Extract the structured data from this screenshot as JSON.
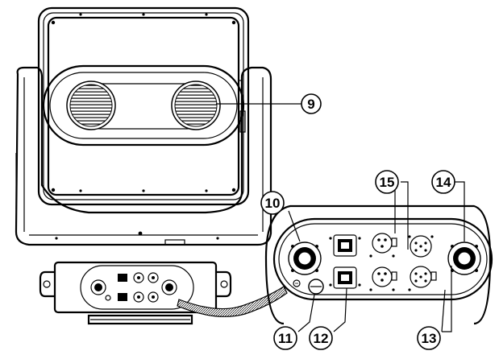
{
  "callouts": [
    {
      "id": "c9",
      "label": "9"
    },
    {
      "id": "c10",
      "label": "10"
    },
    {
      "id": "c11",
      "label": "11"
    },
    {
      "id": "c12",
      "label": "12"
    },
    {
      "id": "c13",
      "label": "13"
    },
    {
      "id": "c14",
      "label": "14"
    },
    {
      "id": "c15",
      "label": "15"
    }
  ]
}
